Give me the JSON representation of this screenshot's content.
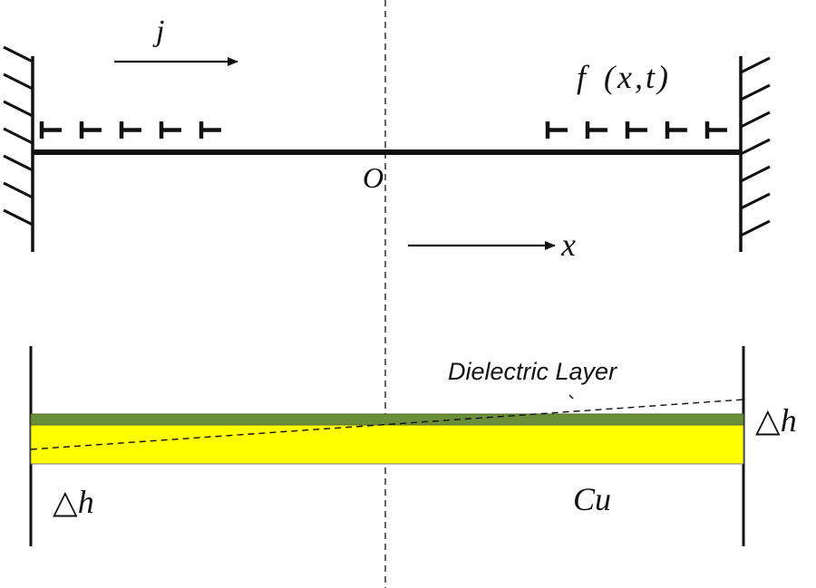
{
  "labels": {
    "current": "j",
    "force_f": "f",
    "force_args": "(x,t)",
    "origin": "O",
    "x_axis": "x",
    "dielectric": "Dielectric Layer",
    "delta_symbol": "△",
    "delta_var": "h",
    "copper": "Cu"
  },
  "colors": {
    "dielectric_layer": "#6b8e3a",
    "copper_layer": "#ffff00",
    "ink": "#111111"
  }
}
